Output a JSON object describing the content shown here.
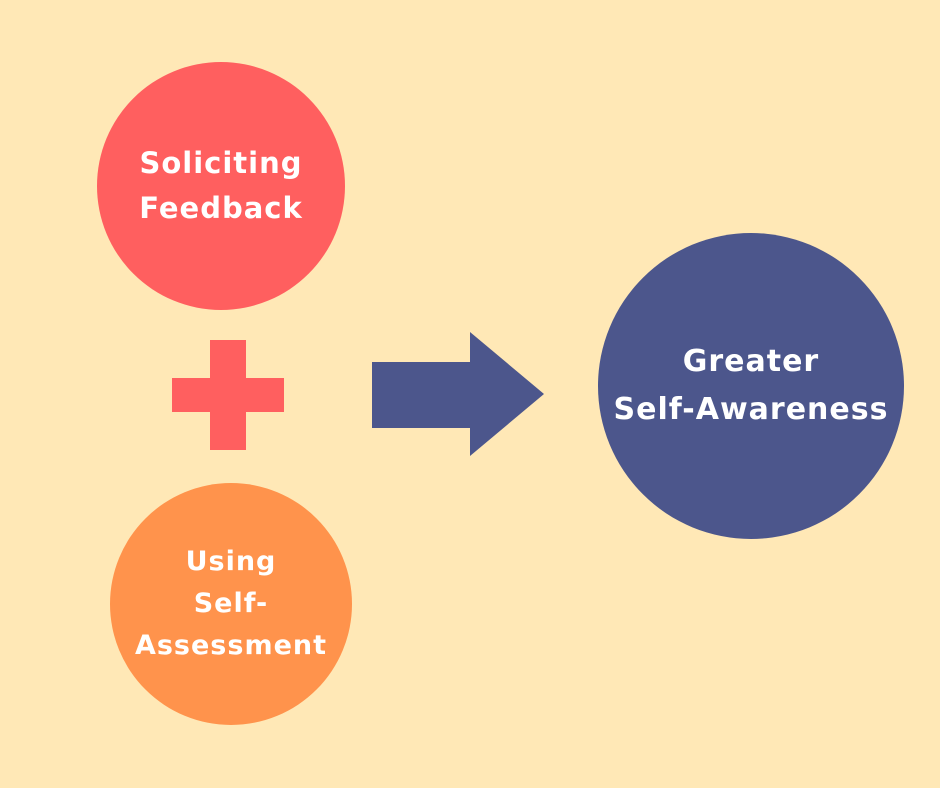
{
  "colors": {
    "background": "#ffe8b6",
    "feedback_circle": "#ff5f5f",
    "assessment_circle": "#ff934c",
    "awareness_circle": "#4c568c",
    "plus": "#ff5f5f",
    "arrow": "#4c568c"
  },
  "nodes": {
    "feedback": {
      "label": "Soliciting\nFeedback"
    },
    "assessment": {
      "label": "Using\nSelf-\nAssessment"
    },
    "awareness": {
      "label": "Greater\nSelf-Awareness"
    }
  },
  "connectors": {
    "combine_icon": "plus-icon",
    "result_icon": "arrow-right-icon"
  }
}
